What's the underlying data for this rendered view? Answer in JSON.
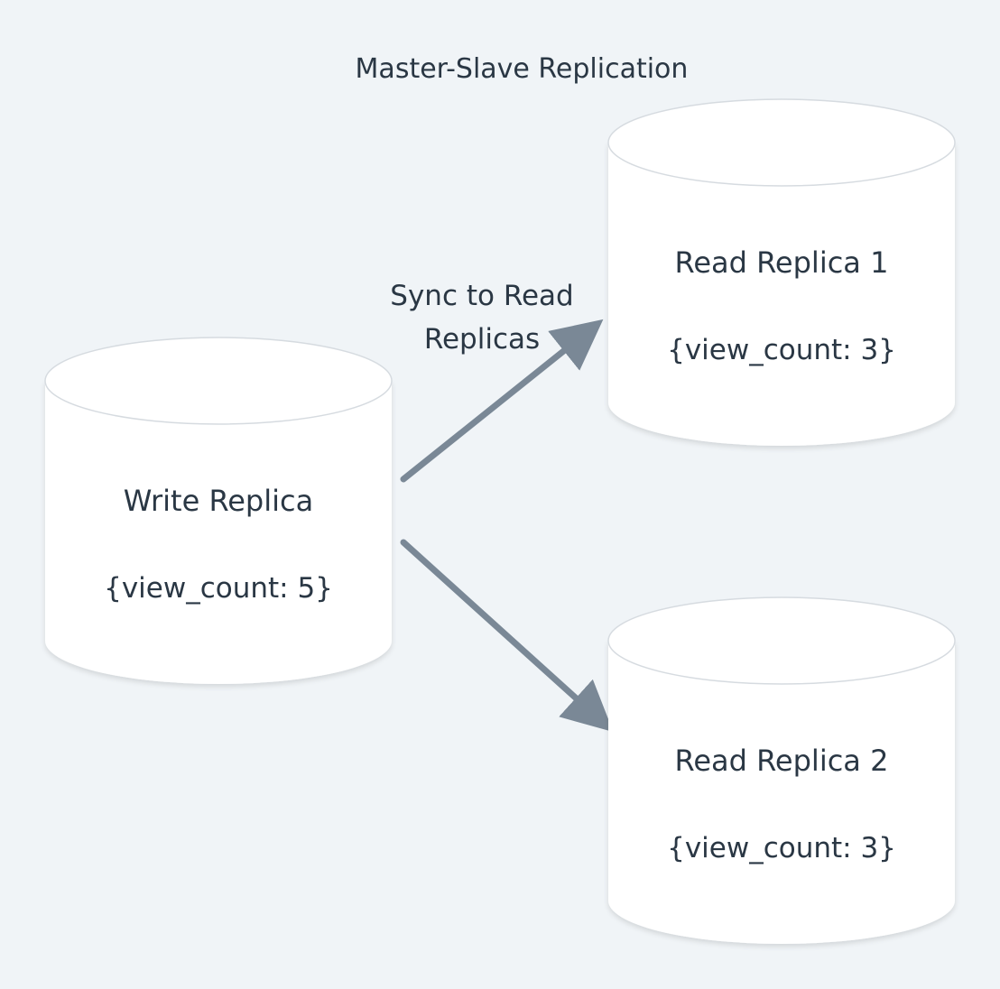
{
  "diagram": {
    "title": "Master-Slave Replication",
    "edge_label_lines": [
      "Sync to Read",
      "Replicas"
    ],
    "nodes": {
      "write": {
        "name": "Write Replica",
        "data": "{view_count: 5}"
      },
      "read1": {
        "name": "Read Replica 1",
        "data": "{view_count: 3}"
      },
      "read2": {
        "name": "Read Replica 2",
        "data": "{view_count: 3}"
      }
    }
  },
  "colors": {
    "background": "#f0f4f7",
    "cylinder_fill": "#ffffff",
    "text": "#2a3744",
    "arrow": "#7a8896"
  }
}
